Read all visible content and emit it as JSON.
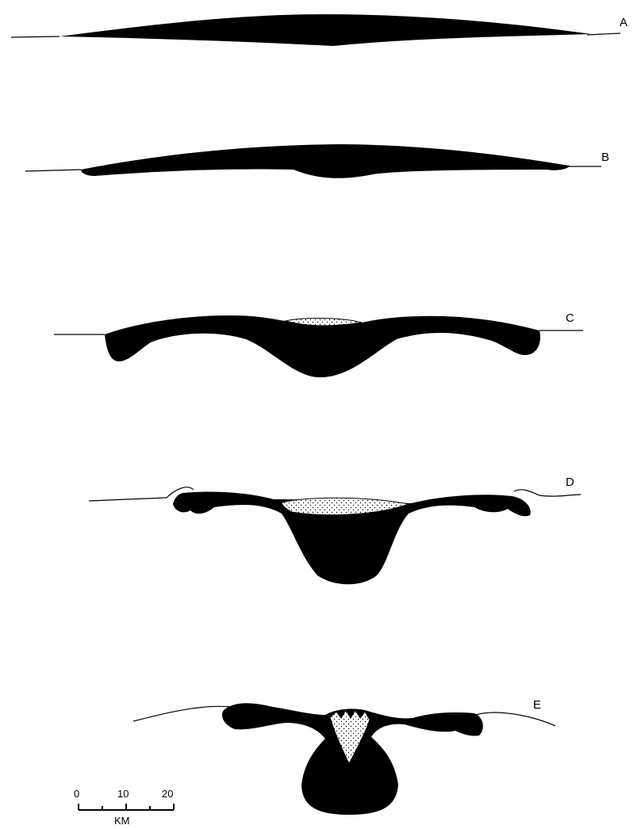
{
  "stages": [
    {
      "id": "A",
      "label": "A"
    },
    {
      "id": "B",
      "label": "B"
    },
    {
      "id": "C",
      "label": "C"
    },
    {
      "id": "D",
      "label": "D"
    },
    {
      "id": "E",
      "label": "E"
    }
  ],
  "scale_bar": {
    "ticks": [
      "0",
      "10",
      "20"
    ],
    "unit": "KM"
  },
  "colors": {
    "mass": "#000000",
    "background": "#ffffff"
  }
}
